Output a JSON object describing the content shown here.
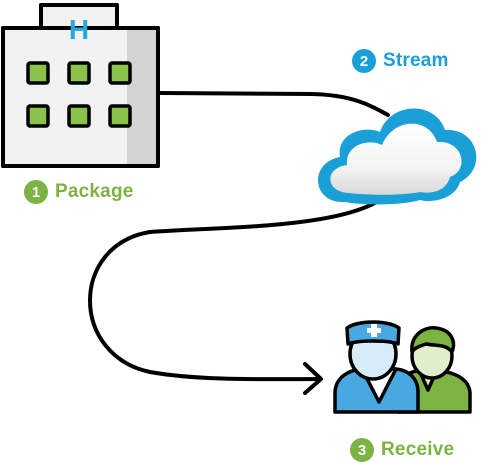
{
  "colors": {
    "green": "#7cb342",
    "blue": "#1a9fd6",
    "line": "#000000"
  },
  "hospital": {
    "sign_letter": "H",
    "icon": "hospital-building-icon"
  },
  "cloud": {
    "icon": "cloud-icon"
  },
  "staff": {
    "icon": "medical-staff-icon"
  },
  "steps": [
    {
      "number": "1",
      "label": "Package",
      "color": "#7cb342"
    },
    {
      "number": "2",
      "label": "Stream",
      "color": "#1a9fd6"
    },
    {
      "number": "3",
      "label": "Receive",
      "color": "#7cb342"
    }
  ]
}
